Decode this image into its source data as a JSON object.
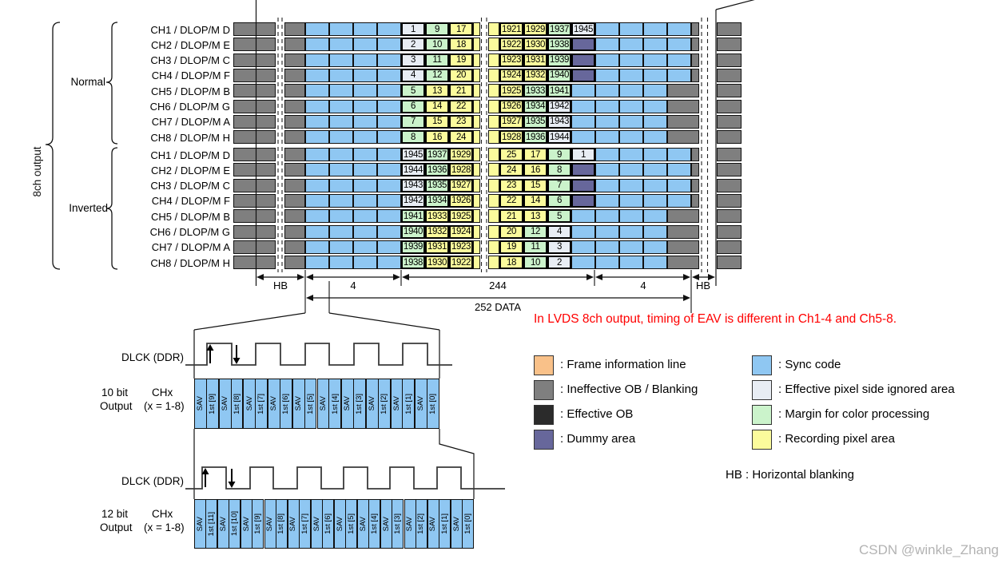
{
  "labels": {
    "group": "8ch output",
    "normal": "Normal",
    "inverted": "Inverted"
  },
  "note": "In LVDS 8ch output, timing of EAV is different in Ch1-4 and Ch5-8.",
  "watermark": "CSDN @winkle_Zhang",
  "dimensions": {
    "hb_left": "HB",
    "sync_left": "4",
    "data_width": "244",
    "sync_right": "4",
    "hb_right": "HB",
    "total": "252 DATA"
  },
  "colors": {
    "sync": "#8FC7F2",
    "blank": "#7F7F7F",
    "ob": "#2B2B2B",
    "dummy": "#67679B",
    "frame": "#F9C189",
    "ignored": "#E8EDF4",
    "margin": "#CBF3CB",
    "recording": "#FBFB9C",
    "note_red": "#FF0000",
    "watermark": "#B3B3B3"
  },
  "table": {
    "sections": [
      {
        "label": "Normal",
        "rows": [
          {
            "label": "CH1 / DLOP/M D",
            "left": [
              [
                "1",
                "ignored"
              ],
              [
                "9",
                "margin"
              ],
              [
                "17",
                "recording"
              ]
            ],
            "right": [
              [
                "1921",
                "recording"
              ],
              [
                "1929",
                "recording"
              ],
              [
                "1937",
                "margin"
              ],
              [
                "1945",
                "ignored"
              ]
            ],
            "dummy": false,
            "gray_ext": false
          },
          {
            "label": "CH2 / DLOP/M E",
            "left": [
              [
                "2",
                "ignored"
              ],
              [
                "10",
                "margin"
              ],
              [
                "18",
                "recording"
              ]
            ],
            "right": [
              [
                "1922",
                "recording"
              ],
              [
                "1930",
                "recording"
              ],
              [
                "1938",
                "margin"
              ]
            ],
            "dummy": true,
            "gray_ext": false
          },
          {
            "label": "CH3 / DLOP/M C",
            "left": [
              [
                "3",
                "ignored"
              ],
              [
                "11",
                "margin"
              ],
              [
                "19",
                "recording"
              ]
            ],
            "right": [
              [
                "1923",
                "recording"
              ],
              [
                "1931",
                "recording"
              ],
              [
                "1939",
                "margin"
              ]
            ],
            "dummy": true,
            "gray_ext": false
          },
          {
            "label": "CH4 / DLOP/M F",
            "left": [
              [
                "4",
                "ignored"
              ],
              [
                "12",
                "margin"
              ],
              [
                "20",
                "recording"
              ]
            ],
            "right": [
              [
                "1924",
                "recording"
              ],
              [
                "1932",
                "recording"
              ],
              [
                "1940",
                "margin"
              ]
            ],
            "dummy": true,
            "gray_ext": false
          },
          {
            "label": "CH5 / DLOP/M B",
            "left": [
              [
                "5",
                "margin"
              ],
              [
                "13",
                "recording"
              ],
              [
                "21",
                "recording"
              ]
            ],
            "right": [
              [
                "1925",
                "recording"
              ],
              [
                "1933",
                "margin"
              ],
              [
                "1941",
                "margin"
              ]
            ],
            "dummy": false,
            "gray_ext": true
          },
          {
            "label": "CH6 / DLOP/M G",
            "left": [
              [
                "6",
                "margin"
              ],
              [
                "14",
                "recording"
              ],
              [
                "22",
                "recording"
              ]
            ],
            "right": [
              [
                "1926",
                "recording"
              ],
              [
                "1934",
                "margin"
              ],
              [
                "1942",
                "ignored"
              ]
            ],
            "dummy": false,
            "gray_ext": true
          },
          {
            "label": "CH7 / DLOP/M A",
            "left": [
              [
                "7",
                "margin"
              ],
              [
                "15",
                "recording"
              ],
              [
                "23",
                "recording"
              ]
            ],
            "right": [
              [
                "1927",
                "recording"
              ],
              [
                "1935",
                "margin"
              ],
              [
                "1943",
                "ignored"
              ]
            ],
            "dummy": false,
            "gray_ext": true
          },
          {
            "label": "CH8 / DLOP/M H",
            "left": [
              [
                "8",
                "margin"
              ],
              [
                "16",
                "recording"
              ],
              [
                "24",
                "recording"
              ]
            ],
            "right": [
              [
                "1928",
                "recording"
              ],
              [
                "1936",
                "margin"
              ],
              [
                "1944",
                "ignored"
              ]
            ],
            "dummy": false,
            "gray_ext": true
          }
        ]
      },
      {
        "label": "Inverted",
        "rows": [
          {
            "label": "CH1 / DLOP/M D",
            "left": [
              [
                "1945",
                "ignored"
              ],
              [
                "1937",
                "margin"
              ],
              [
                "1929",
                "recording"
              ]
            ],
            "right": [
              [
                "25",
                "recording"
              ],
              [
                "17",
                "recording"
              ],
              [
                "9",
                "margin"
              ],
              [
                "1",
                "ignored"
              ]
            ],
            "dummy": false,
            "gray_ext": false
          },
          {
            "label": "CH2 / DLOP/M E",
            "left": [
              [
                "1944",
                "ignored"
              ],
              [
                "1936",
                "margin"
              ],
              [
                "1928",
                "recording"
              ]
            ],
            "right": [
              [
                "24",
                "recording"
              ],
              [
                "16",
                "recording"
              ],
              [
                "8",
                "margin"
              ]
            ],
            "dummy": true,
            "gray_ext": false
          },
          {
            "label": "CH3 / DLOP/M C",
            "left": [
              [
                "1943",
                "ignored"
              ],
              [
                "1935",
                "margin"
              ],
              [
                "1927",
                "recording"
              ]
            ],
            "right": [
              [
                "23",
                "recording"
              ],
              [
                "15",
                "recording"
              ],
              [
                "7",
                "margin"
              ]
            ],
            "dummy": true,
            "gray_ext": false
          },
          {
            "label": "CH4 / DLOP/M F",
            "left": [
              [
                "1942",
                "ignored"
              ],
              [
                "1934",
                "margin"
              ],
              [
                "1926",
                "recording"
              ]
            ],
            "right": [
              [
                "22",
                "recording"
              ],
              [
                "14",
                "recording"
              ],
              [
                "6",
                "margin"
              ]
            ],
            "dummy": true,
            "gray_ext": false
          },
          {
            "label": "CH5 / DLOP/M B",
            "left": [
              [
                "1941",
                "margin"
              ],
              [
                "1933",
                "recording"
              ],
              [
                "1925",
                "recording"
              ]
            ],
            "right": [
              [
                "21",
                "recording"
              ],
              [
                "13",
                "recording"
              ],
              [
                "5",
                "margin"
              ]
            ],
            "dummy": false,
            "gray_ext": true
          },
          {
            "label": "CH6 / DLOP/M G",
            "left": [
              [
                "1940",
                "margin"
              ],
              [
                "1932",
                "recording"
              ],
              [
                "1924",
                "recording"
              ]
            ],
            "right": [
              [
                "20",
                "recording"
              ],
              [
                "12",
                "margin"
              ],
              [
                "4",
                "ignored"
              ]
            ],
            "dummy": false,
            "gray_ext": true
          },
          {
            "label": "CH7 / DLOP/M A",
            "left": [
              [
                "1939",
                "margin"
              ],
              [
                "1931",
                "recording"
              ],
              [
                "1923",
                "recording"
              ]
            ],
            "right": [
              [
                "19",
                "recording"
              ],
              [
                "11",
                "margin"
              ],
              [
                "3",
                "ignored"
              ]
            ],
            "dummy": false,
            "gray_ext": true
          },
          {
            "label": "CH8 / DLOP/M H",
            "left": [
              [
                "1938",
                "margin"
              ],
              [
                "1930",
                "recording"
              ],
              [
                "1922",
                "recording"
              ]
            ],
            "right": [
              [
                "18",
                "recording"
              ],
              [
                "10",
                "margin"
              ],
              [
                "2",
                "ignored"
              ]
            ],
            "dummy": false,
            "gray_ext": true
          }
        ]
      }
    ]
  },
  "legend": {
    "left": [
      {
        "key": "frame",
        "label": ": Frame information line"
      },
      {
        "key": "blank",
        "label": ": Ineffective OB / Blanking"
      },
      {
        "key": "ob",
        "label": ": Effective OB"
      },
      {
        "key": "dummy",
        "label": ": Dummy area"
      }
    ],
    "right": [
      {
        "key": "sync",
        "label": ": Sync code"
      },
      {
        "key": "ignored",
        "label": ": Effective pixel side ignored area"
      },
      {
        "key": "margin",
        "label": ": Margin for color processing"
      },
      {
        "key": "recording",
        "label": ": Recording pixel area"
      }
    ],
    "hb_note": "HB : Horizontal blanking"
  },
  "waveforms": {
    "clock_label": "DLCK (DDR)",
    "w10": {
      "bit_label": "10 bit",
      "chx_label": "CHx",
      "output_label": "Output",
      "range_label": "(x = 1-8)",
      "pairs": [
        [
          "SAV",
          "1st [9]"
        ],
        [
          "SAV",
          "1st [8]"
        ],
        [
          "SAV",
          "1st [7]"
        ],
        [
          "SAV",
          "1st [6]"
        ],
        [
          "SAV",
          "1st [5]"
        ],
        [
          "SAV",
          "1st [4]"
        ],
        [
          "SAV",
          "1st [3]"
        ],
        [
          "SAV",
          "1st [2]"
        ],
        [
          "SAV",
          "1st [1]"
        ],
        [
          "SAV",
          "1st [0]"
        ]
      ]
    },
    "w12": {
      "bit_label": "12 bit",
      "chx_label": "CHx",
      "output_label": "Output",
      "range_label": "(x = 1-8)",
      "pairs": [
        [
          "SAV",
          "1st [11]"
        ],
        [
          "SAV",
          "1st [10]"
        ],
        [
          "SAV",
          "1st [9]"
        ],
        [
          "SAV",
          "1st [8]"
        ],
        [
          "SAV",
          "1st [7]"
        ],
        [
          "SAV",
          "1st [6]"
        ],
        [
          "SAV",
          "1st [5]"
        ],
        [
          "SAV",
          "1st [4]"
        ],
        [
          "SAV",
          "1st [3]"
        ],
        [
          "SAV",
          "1st [2]"
        ],
        [
          "SAV",
          "1st [1]"
        ],
        [
          "SAV",
          "1st [0]"
        ]
      ]
    }
  }
}
